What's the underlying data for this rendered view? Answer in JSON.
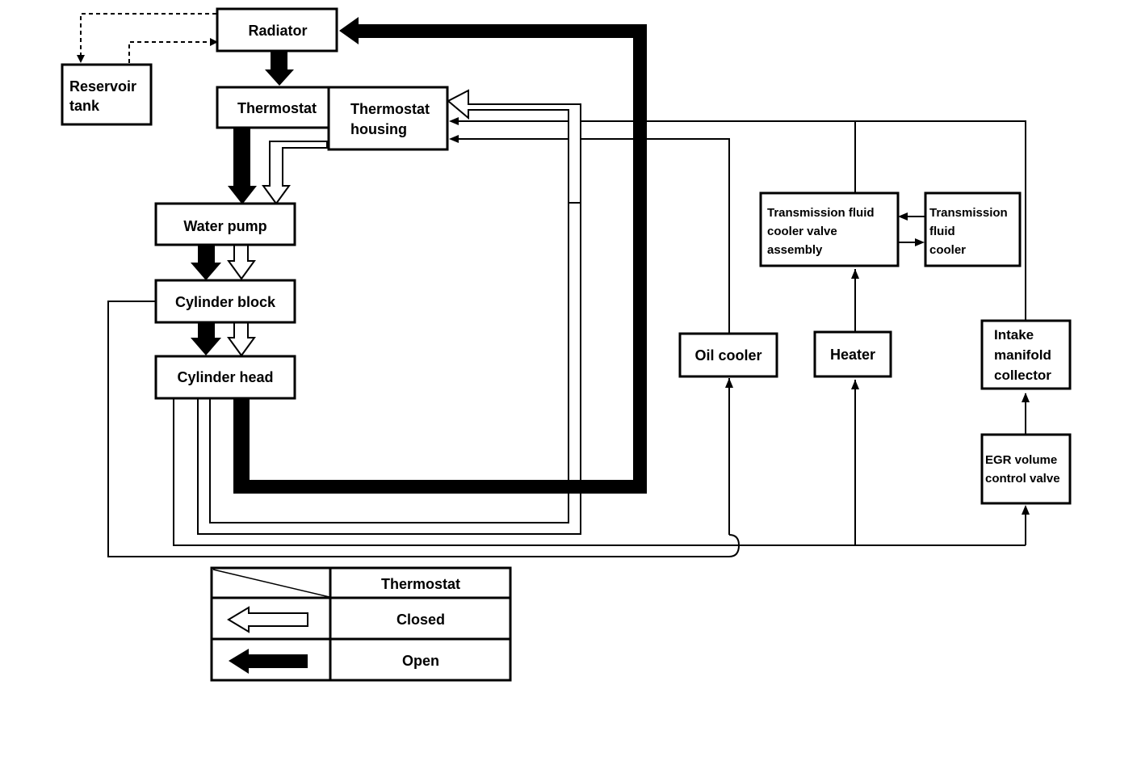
{
  "components": {
    "radiator": "Radiator",
    "reservoir_tank": [
      "Reservoir",
      "tank"
    ],
    "thermostat": "Thermostat",
    "thermostat_housing": [
      "Thermostat",
      "housing"
    ],
    "water_pump": "Water pump",
    "cylinder_block": "Cylinder block",
    "cylinder_head": "Cylinder head",
    "oil_cooler": "Oil cooler",
    "heater": "Heater",
    "transmission_fluid_cooler_valve": [
      "Transmission fluid",
      "cooler valve",
      "assembly"
    ],
    "transmission_fluid_cooler": [
      "Transmission",
      "fluid",
      "cooler"
    ],
    "intake_manifold_collector": [
      "Intake",
      "manifold",
      "collector"
    ],
    "egr_volume_control_valve": [
      "EGR volume",
      "control valve"
    ]
  },
  "legend": {
    "header": "Thermostat",
    "closed": "Closed",
    "open": "Open"
  }
}
